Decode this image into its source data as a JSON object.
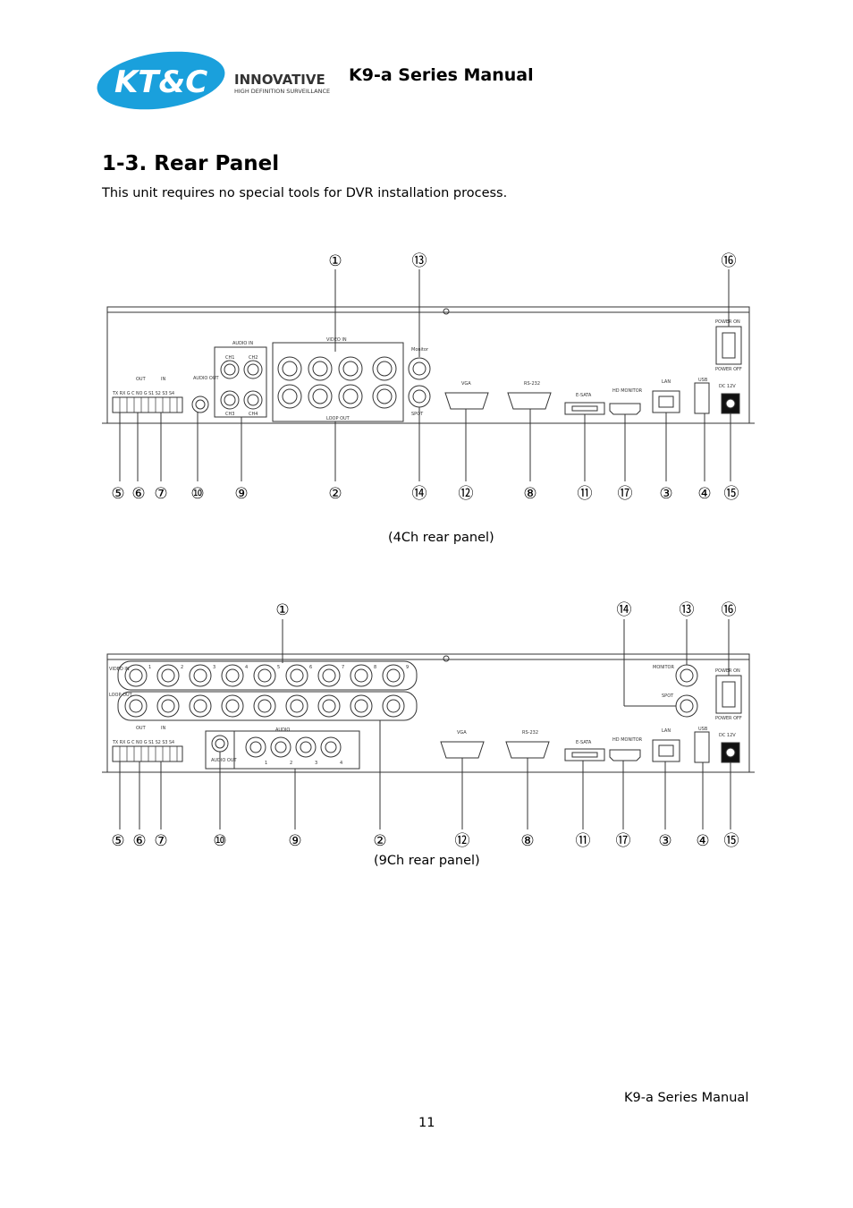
{
  "header": {
    "logo_text": "KT&C",
    "logo_brand": "INNOVATIVE",
    "logo_tagline": "HIGH DEFINITION SURVEILLANCE",
    "manual_title": "K9-a Series Manual"
  },
  "section": {
    "title": "1-3. Rear Panel",
    "intro": "This unit requires no special tools for DVR installation process."
  },
  "panel_4ch": {
    "caption": "(4Ch rear panel)",
    "callouts_top": [
      "①",
      "⑬",
      "⑯"
    ],
    "callouts_bottom": [
      "⑤",
      "⑥",
      "⑦",
      "⑩",
      "⑨",
      "②",
      "⑭",
      "⑫",
      "⑧",
      "⑪",
      "⑰",
      "③",
      "④",
      "⑮"
    ],
    "labels": {
      "video_in": "VIDEO IN",
      "loop_out": "LOOP OUT",
      "audio_in": "AUDIO IN",
      "audio_out": "AUDIO OUT",
      "monitor": "Monitor",
      "spot": "SPOT",
      "vga": "VGA",
      "rs232": "RS-232",
      "esata": "E-SATA",
      "hd_monitor": "HD MONITOR",
      "lan": "LAN",
      "usb": "USB",
      "dc": "DC 12V",
      "power_on": "POWER ON",
      "power_off": "POWER OFF",
      "out": "OUT",
      "in": "IN",
      "terminal": "TX RX G C NO G S1 S2 S3 S4",
      "ch": [
        "CH1",
        "CH2",
        "CH3",
        "CH4"
      ]
    }
  },
  "panel_9ch": {
    "caption": "(9Ch rear panel)",
    "callouts_top": [
      "①",
      "⑭",
      "⑬",
      "⑯"
    ],
    "callouts_bottom": [
      "⑤",
      "⑥",
      "⑦",
      "⑩",
      "⑨",
      "②",
      "⑫",
      "⑧",
      "⑪",
      "⑰",
      "③",
      "④",
      "⑮"
    ],
    "labels": {
      "video_in": "VIDEO IN",
      "loop_out": "LOOP OUT",
      "audio": "AUDIO",
      "audio_out": "AUDIO OUT",
      "monitor": "MONITOR",
      "spot": "SPOT",
      "vga": "VGA",
      "rs232": "RS-232",
      "esata": "E-SATA",
      "hd_monitor": "HD MONITOR",
      "lan": "LAN",
      "usb": "USB",
      "dc": "DC 12V",
      "power_on": "POWER ON",
      "power_off": "POWER OFF",
      "out": "OUT",
      "in": "IN",
      "terminal": "TX RX G C NO G S1 S2 S3 S4",
      "nums9": [
        "1",
        "2",
        "3",
        "4",
        "5",
        "6",
        "7",
        "8",
        "9"
      ],
      "nums4": [
        "1",
        "2",
        "3",
        "4"
      ]
    }
  },
  "footer": {
    "manual_title": "K9-a Series Manual",
    "page_number": "11"
  },
  "colors": {
    "logo_blue": "#1aa0dc",
    "text": "#000000",
    "line": "#333333"
  }
}
